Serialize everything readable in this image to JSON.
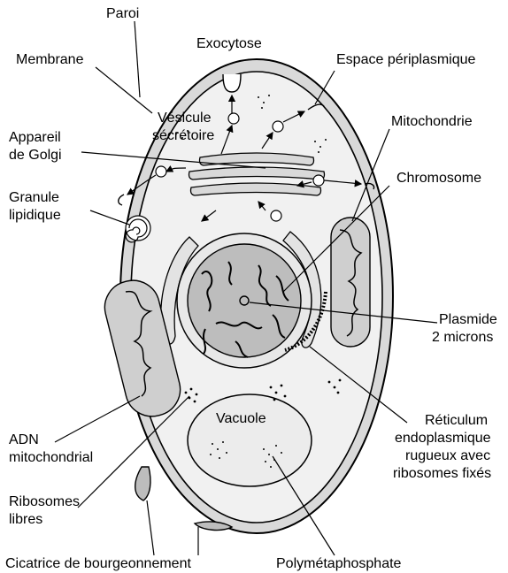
{
  "labels": {
    "paroi": "Paroi",
    "membrane": "Membrane",
    "exocytose": "Exocytose",
    "espace_periplasmique": "Espace périplasmique",
    "vesicule_line1": "Vésicule",
    "vesicule_line2": "sécrétoire",
    "appareil_line1": "Appareil",
    "appareil_line2": "de Golgi",
    "mitochondrie": "Mitochondrie",
    "chromosome": "Chromosome",
    "granule_line1": "Granule",
    "granule_line2": "lipidique",
    "plasmide_line1": "Plasmide",
    "plasmide_line2": "2 microns",
    "reticulum_line1": "Réticulum",
    "reticulum_line2": "endoplasmique",
    "reticulum_line3": "rugueux avec",
    "reticulum_line4": "ribosomes fixés",
    "vacuole": "Vacuole",
    "adn_line1": "ADN",
    "adn_line2": "mitochondrial",
    "ribosomes_line1": "Ribosomes",
    "ribosomes_line2": "libres",
    "cicatrice": "Cicatrice de bourgeonnement",
    "polymetaphosphate": "Polymétaphosphate"
  },
  "colors": {
    "wall": "#d9d9d9",
    "cytoplasm": "#f1f1f1",
    "organelle": "#cfcfcf",
    "nucleus": "#bdbdbd",
    "vacuole": "#ececec",
    "stroke": "#000000"
  }
}
